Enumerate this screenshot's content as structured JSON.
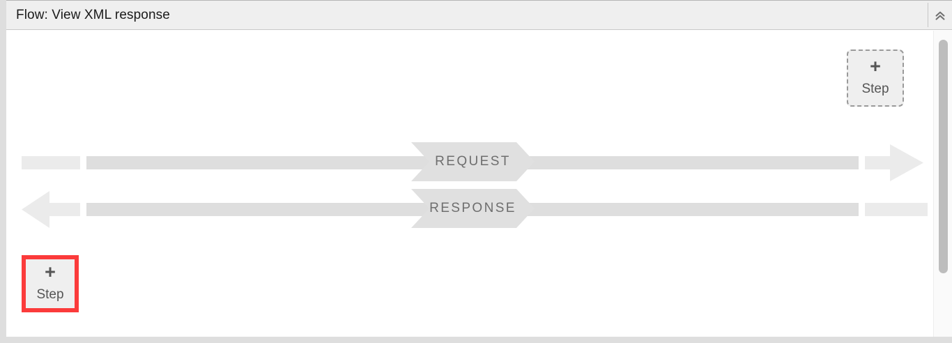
{
  "panel": {
    "header": {
      "title": "Flow: View XML response",
      "collapse_icon": "chevron-double-up-icon"
    }
  },
  "canvas": {
    "steps": [
      {
        "id": "step-add-top-right",
        "plus": "+",
        "label": "Step",
        "state": "dashed-placeholder",
        "border_color": "#9a9a9a"
      },
      {
        "id": "step-add-bottom-left",
        "plus": "+",
        "label": "Step",
        "state": "highlighted",
        "border_color": "#fb3b3b"
      }
    ],
    "lanes": [
      {
        "id": "request-lane",
        "label": "REQUEST",
        "direction": "right",
        "rail_color": "#dedede",
        "tail_color": "#ebebeb"
      },
      {
        "id": "response-lane",
        "label": "RESPONSE",
        "direction": "left",
        "rail_color": "#dedede",
        "tail_color": "#ebebeb"
      }
    ]
  },
  "scrollbar": {
    "orientation": "vertical",
    "thumb_label": "vertical-scroll-thumb"
  }
}
